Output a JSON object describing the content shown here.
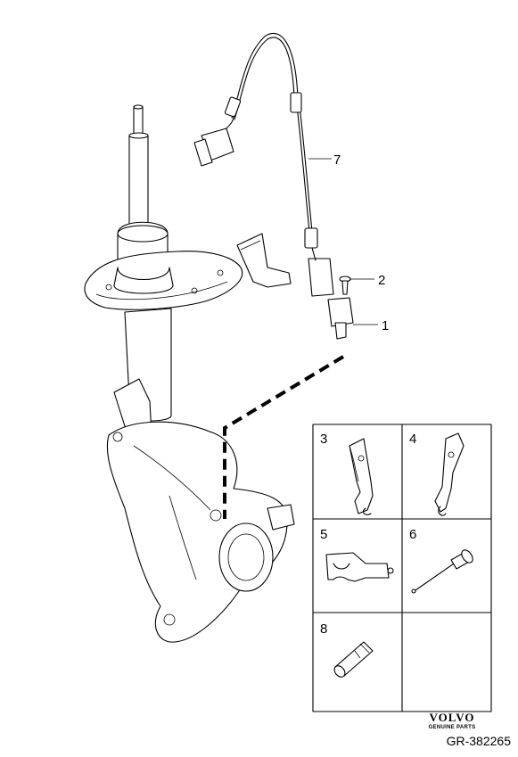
{
  "callouts": [
    "1",
    "2",
    "7"
  ],
  "grid_labels": [
    "3",
    "4",
    "5",
    "6",
    "8"
  ],
  "brand": {
    "name": "VOLVO",
    "subtitle": "GENUINE PARTS"
  },
  "reference": "GR-382265"
}
